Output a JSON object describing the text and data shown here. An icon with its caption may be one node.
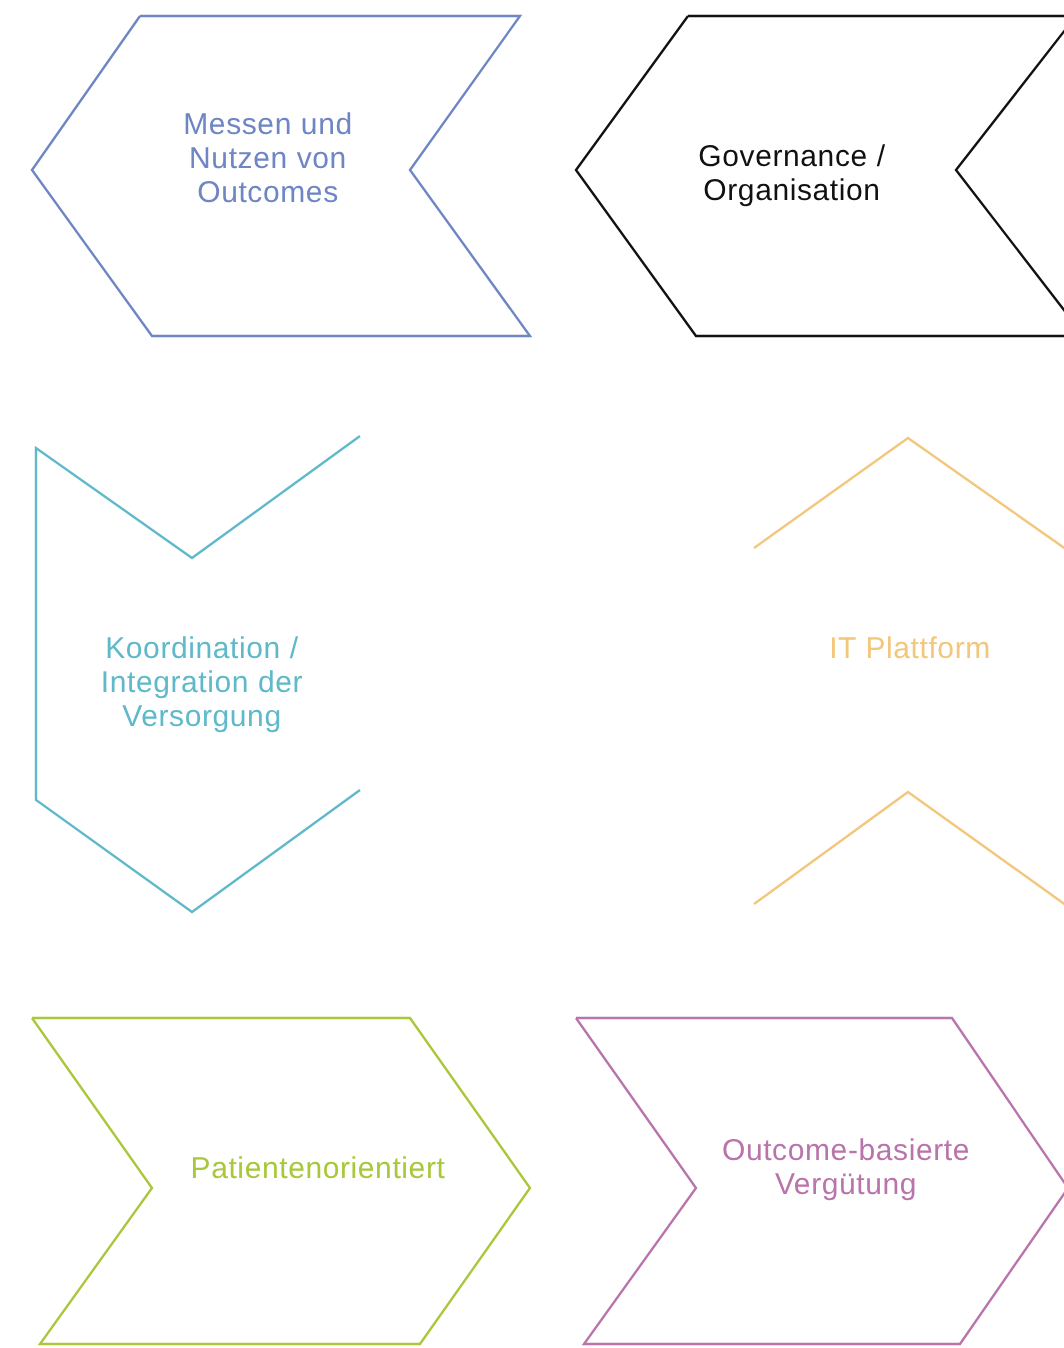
{
  "diagram": {
    "nodes": [
      {
        "text": [
          "Messen und Nutzen von Outcomes"
        ]
      },
      {
        "text": [
          "Governance / Organisation"
        ]
      },
      {
        "text": [
          "Koordination / Integration der Versorgung"
        ]
      },
      {
        "text": [
          "IT Plattform"
        ]
      },
      {
        "text": [
          "Patientenorientiert"
        ]
      },
      {
        "text": [
          "Outcome-basierte Vergütung"
        ]
      }
    ]
  }
}
